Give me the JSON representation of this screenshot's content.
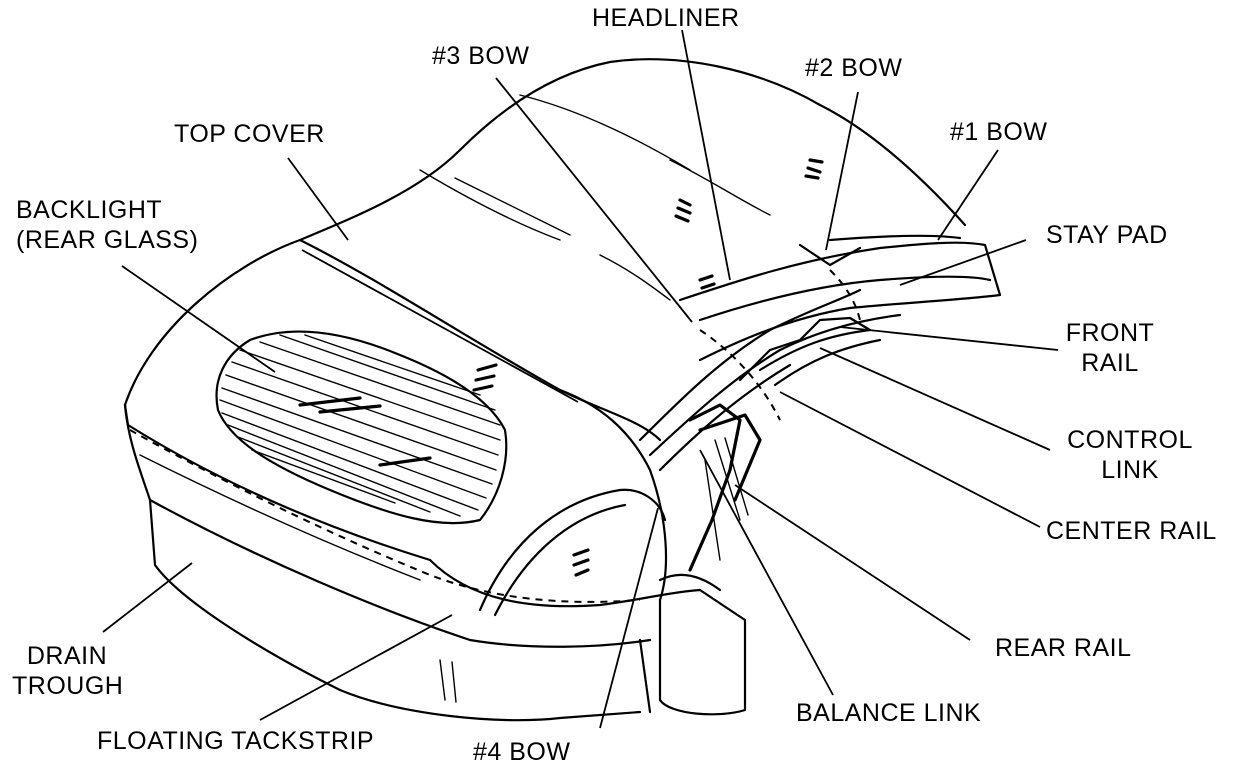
{
  "labels": {
    "headliner": "HEADLINER",
    "bow3": "#3 BOW",
    "bow2": "#2 BOW",
    "bow1": "#1 BOW",
    "top_cover": "TOP COVER",
    "backlight_line1": "BACKLIGHT",
    "backlight_line2": "(REAR GLASS)",
    "stay_pad": "STAY PAD",
    "front_rail_line1": "FRONT",
    "front_rail_line2": "RAIL",
    "control_link_line1": "CONTROL",
    "control_link_line2": "LINK",
    "center_rail": "CENTER RAIL",
    "rear_rail": "REAR RAIL",
    "balance_link": "BALANCE LINK",
    "drain_trough_line1": "DRAIN",
    "drain_trough_line2": "TROUGH",
    "floating_tackstrip": "FLOATING TACKSTRIP",
    "bow4": "#4 BOW"
  },
  "colors": {
    "ink": "#000000",
    "paper": "#ffffff"
  }
}
